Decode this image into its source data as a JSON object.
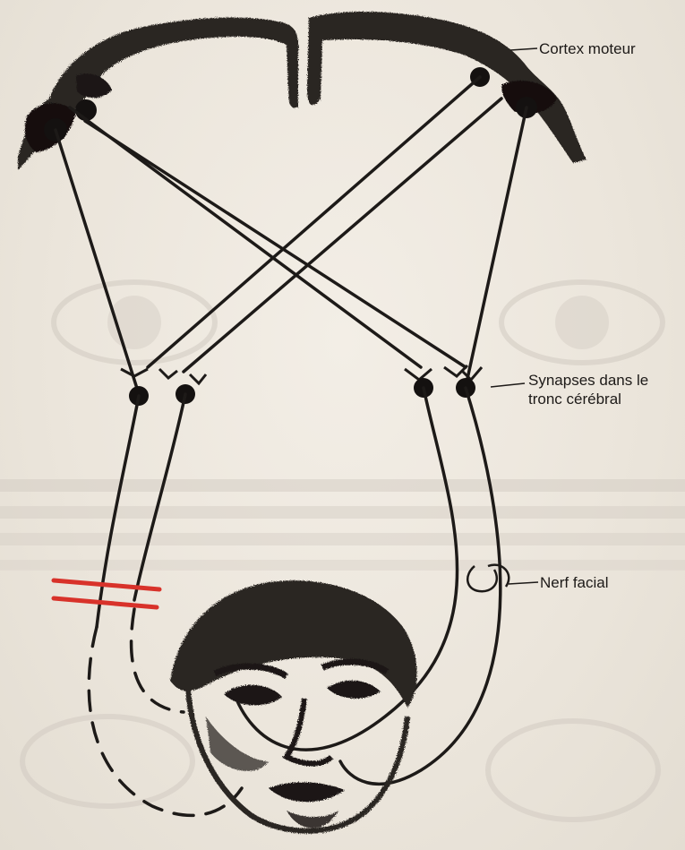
{
  "labels": {
    "cortex": "Cortex moteur",
    "synapses_line1": "Synapses dans le",
    "synapses_line2": "tronc cérébral",
    "nerf": "Nerf facial"
  },
  "colors": {
    "ink": "#1d1a18",
    "lesion": "#d8322a",
    "paper": "#ece6dd"
  },
  "icons": {
    "brain": "brain-cortex-icon",
    "face": "face-drawing-icon",
    "lesion": "lesion-mark-icon"
  }
}
